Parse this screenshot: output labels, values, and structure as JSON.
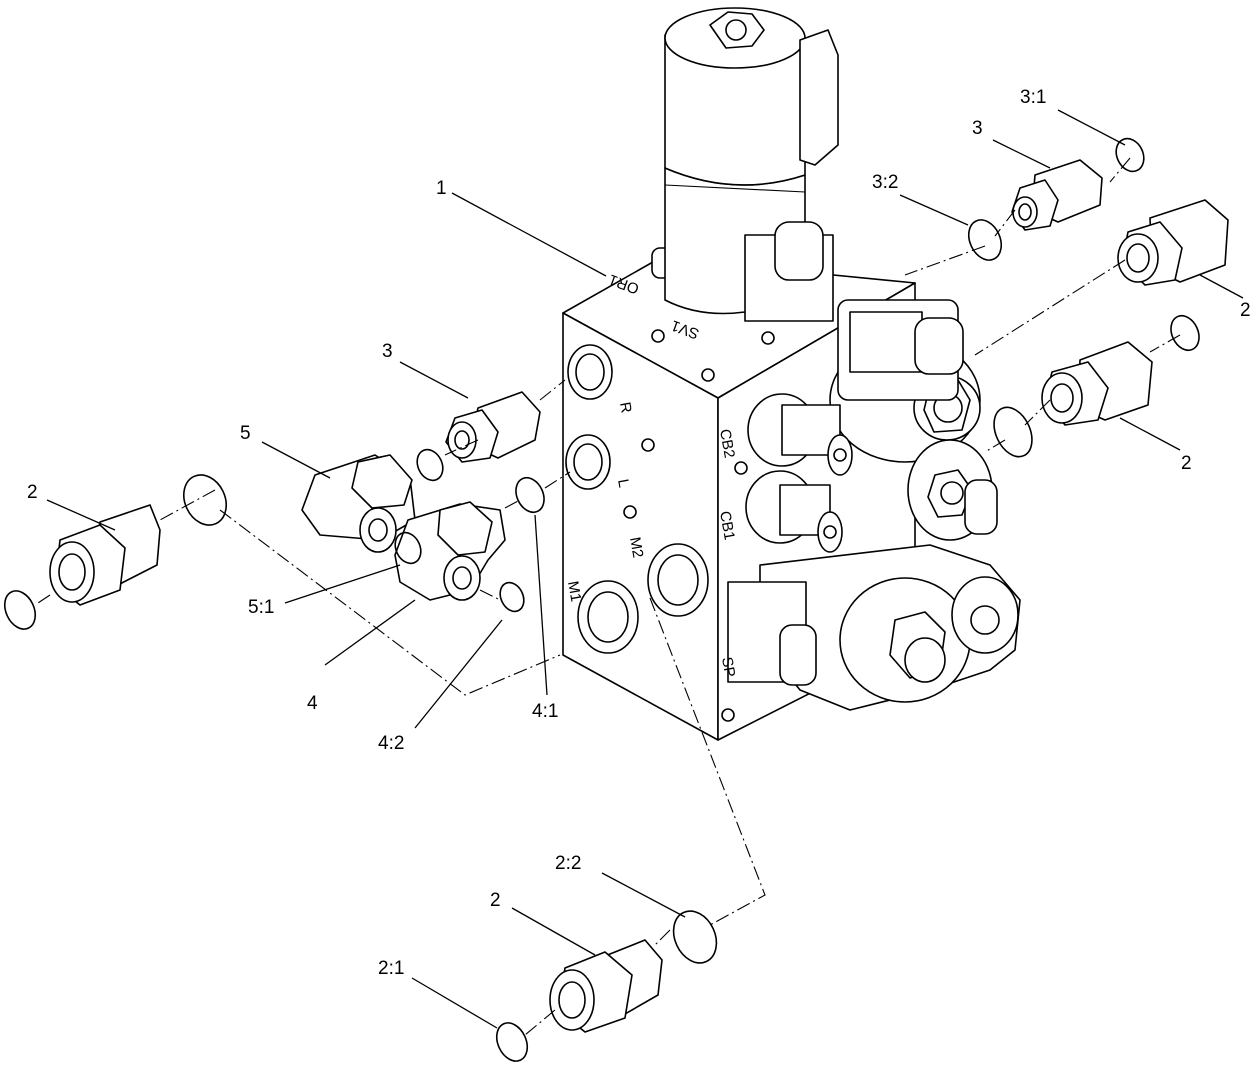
{
  "callouts": {
    "c1": "1",
    "c2a": "2",
    "c2b": "2",
    "c2c": "2",
    "c2d": "2",
    "c2_1": "2:1",
    "c2_2": "2:2",
    "c3a": "3",
    "c3b": "3",
    "c3_1": "3:1",
    "c3_2": "3:2",
    "c4": "4",
    "c4_1": "4:1",
    "c4_2": "4:2",
    "c5": "5",
    "c5_1": "5:1"
  },
  "port_labels": {
    "or1": "OR1",
    "sv1": "SV1",
    "r": "R",
    "l": "L",
    "m1": "M1",
    "m2": "M2",
    "cb1": "CB1",
    "cb2": "CB2",
    "sp": "SP"
  }
}
